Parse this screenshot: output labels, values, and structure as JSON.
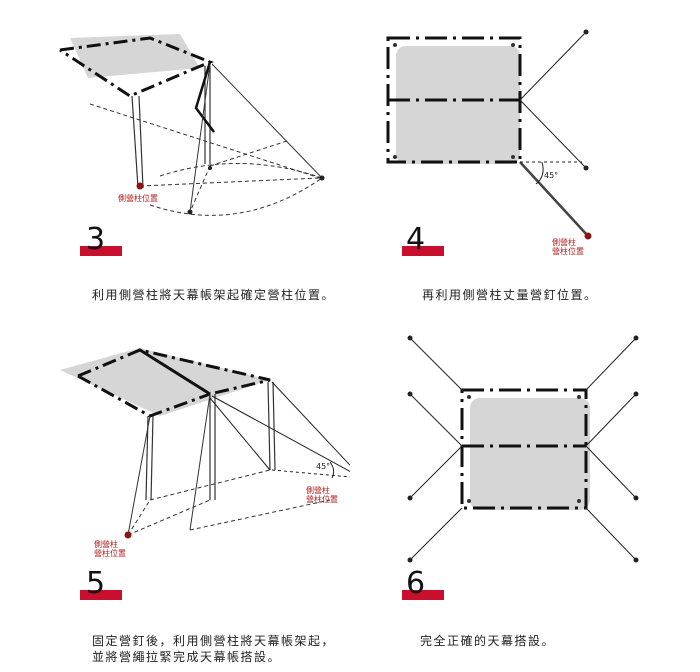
{
  "steps": [
    {
      "number": "3",
      "caption": "利用側營柱將天幕帳架起確定營柱位置。",
      "marker_label": "側營柱位置"
    },
    {
      "number": "4",
      "caption": "再利用側營柱丈量營釘位置。",
      "marker_label": "側營柱\n營柱位置",
      "angle": "45°"
    },
    {
      "number": "5",
      "caption_line1": "固定營釘後，利用側營柱將天幕帳架起，",
      "caption_line2": "並將營繩拉緊完成天幕帳搭設。",
      "marker_label_left": "側營柱\n營柱位置",
      "marker_label_right": "側營柱\n營柱位置",
      "angle": "45°"
    },
    {
      "number": "6",
      "caption": "完全正確的天幕搭設。"
    }
  ],
  "colors": {
    "accent": "#c8102e",
    "tarp": "#d6d6d6",
    "line": "#222222",
    "dot": "#8b1414"
  }
}
